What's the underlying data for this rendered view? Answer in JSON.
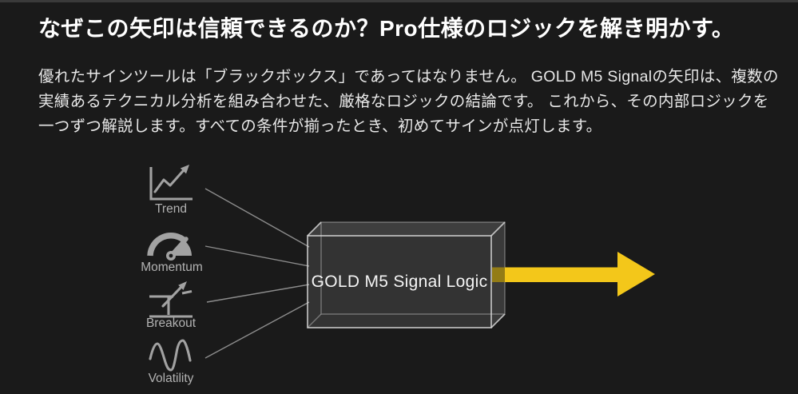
{
  "header": {
    "title": "なぜこの矢印は信頼できるのか？Pro仕様のロジックを解き明かす。"
  },
  "intro": {
    "lines": [
      "優れたサインツールは「ブラックボックス」であってはなりません。 GOLD M5 Signalの矢印は、複数の",
      "実績あるテクニカル分析を組み合わせた、厳格なロジックの結論です。 これから、その内部ロジックを",
      "一つずつ解説します。すべての条件が揃ったとき、初めてサインが点灯します。"
    ]
  },
  "diagram": {
    "box_label": "GOLD M5 Signal Logic",
    "inputs": [
      {
        "icon": "trend-chart-icon",
        "label": "Trend"
      },
      {
        "icon": "momentum-gauge-icon",
        "label": "Momentum"
      },
      {
        "icon": "breakout-icon",
        "label": "Breakout"
      },
      {
        "icon": "volatility-wave-icon",
        "label": "Volatility"
      }
    ],
    "colors": {
      "accent_arrow": "#F3C71A",
      "arrow_through_box": "#937C16",
      "connector_gray": "#8C8C8C",
      "icon_gray": "#A2A2A2",
      "background": "#1A1A1A"
    }
  }
}
